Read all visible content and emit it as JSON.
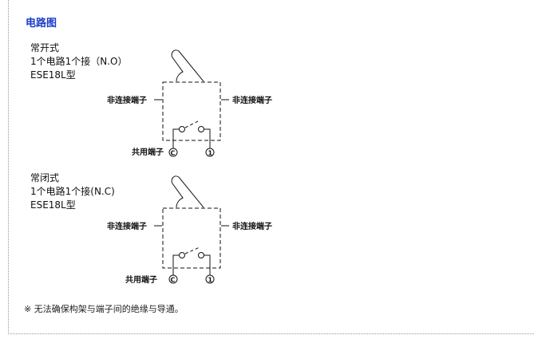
{
  "section_title": "电路图",
  "diagrams": [
    {
      "type": "常开式",
      "circuit": "1个电路1个接（N.O）",
      "model": "ESE18L型",
      "left_label": "非连接端子",
      "right_label": "非连接端子",
      "common_label": "共用端子",
      "common_symbol": "C",
      "terminal_symbol": "1"
    },
    {
      "type": "常闭式",
      "circuit": "1个电路1个接(N.C)",
      "model": "ESE18L型",
      "left_label": "非连接端子",
      "right_label": "非连接端子",
      "common_label": "共用端子",
      "common_symbol": "C",
      "terminal_symbol": "1"
    }
  ],
  "note": "※ 无法确保构架与端子间的绝缘与导通。"
}
